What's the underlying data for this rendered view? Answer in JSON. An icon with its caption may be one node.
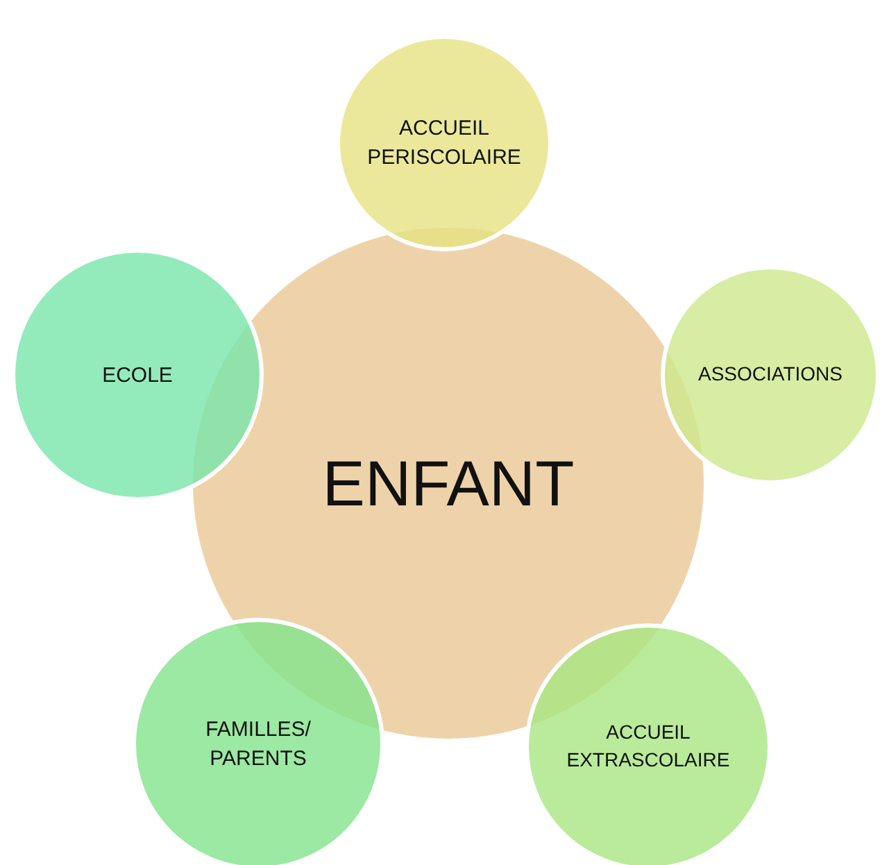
{
  "diagram": {
    "nodes": [
      {
        "text": [
          "ACCUEIL PERISCOLAIRE"
        ]
      },
      {
        "text": [
          "ECOLE"
        ]
      },
      {
        "text": [
          "ASSOCIATIONS"
        ]
      },
      {
        "text": [
          "ENFANT"
        ]
      },
      {
        "text": [
          "FAMILLES/ PARENTS"
        ]
      },
      {
        "text": [
          "ACCUEIL EXTRASCOLAIRE"
        ]
      }
    ]
  }
}
